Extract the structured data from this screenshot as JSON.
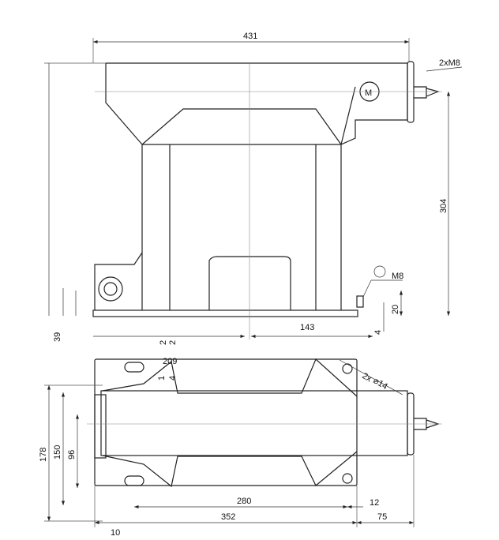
{
  "drawing": {
    "title": "Current transformer dimensional drawing",
    "dimensions": {
      "overall_width": "431",
      "top_terminal": "2xM8",
      "earth_terminal": "M8",
      "height": "304",
      "earth_height": "20",
      "base_thickness": "4",
      "right_offset": "143",
      "left_offset": "39",
      "small_dim_a": "2",
      "small_dim_b": "2",
      "slot_spacing": "209",
      "small_dim_c": "1",
      "small_dim_d": "4",
      "holes": "2x",
      "hole_diameter": "14",
      "outer_depth": "178",
      "depth": "150",
      "inner_depth": "96",
      "hole_spacing": "280",
      "hole_edge": "12",
      "base_length": "352",
      "left_edge": "10",
      "overhang": "75"
    },
    "symbols": {
      "motor": "M"
    }
  }
}
